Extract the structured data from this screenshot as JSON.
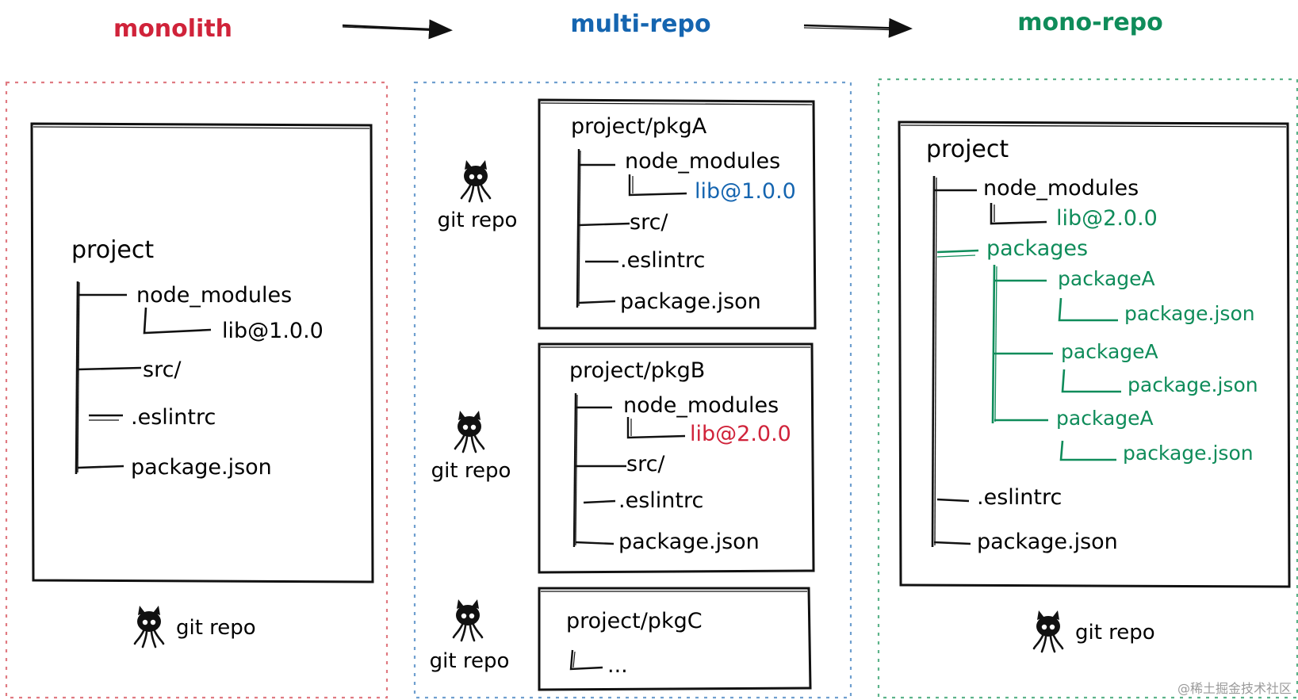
{
  "colors": {
    "monolith": "#d0233a",
    "multi_repo": "#1565b0",
    "mono_repo": "#0f8c5a",
    "ink": "#111111"
  },
  "headers": {
    "monolith": "monolith",
    "multi_repo": "multi-repo",
    "mono_repo": "mono-repo"
  },
  "repo_label": "git repo",
  "monolith": {
    "project": "project",
    "node_modules": "node_modules",
    "lib": "lib@1.0.0",
    "src": "src/",
    "eslintrc": ".eslintrc",
    "package_json": "package.json"
  },
  "multi_repo": {
    "pkgA": {
      "title": "project/pkgA",
      "node_modules": "node_modules",
      "lib": "lib@1.0.0",
      "src": "src/",
      "eslintrc": ".eslintrc",
      "package_json": "package.json"
    },
    "pkgB": {
      "title": "project/pkgB",
      "node_modules": "node_modules",
      "lib": "lib@2.0.0",
      "src": "src/",
      "eslintrc": ".eslintrc",
      "package_json": "package.json"
    },
    "pkgC": {
      "title": "project/pkgC",
      "ellipsis": "..."
    }
  },
  "mono_repo": {
    "project": "project",
    "node_modules": "node_modules",
    "lib": "lib@2.0.0",
    "packages": "packages",
    "package_items": [
      {
        "name": "packageA",
        "file": "package.json"
      },
      {
        "name": "packageA",
        "file": "package.json"
      },
      {
        "name": "packageA",
        "file": "package.json"
      }
    ],
    "eslintrc": ".eslintrc",
    "package_json": "package.json"
  },
  "watermark": "@稀土掘金技术社区"
}
